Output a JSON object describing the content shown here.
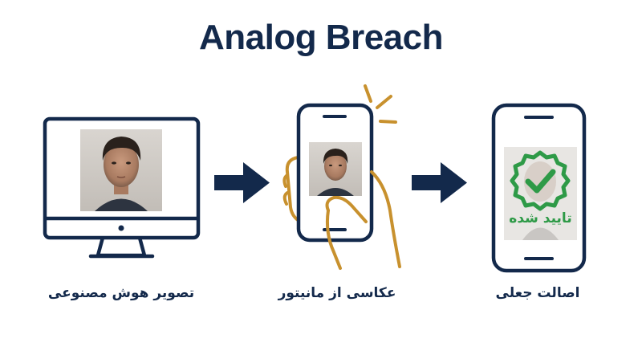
{
  "title": "Analog Breach",
  "colors": {
    "navy": "#13294b",
    "gold": "#c8912e",
    "green": "#2e9a47",
    "skin": "#b98a6e"
  },
  "steps": [
    {
      "caption": "تصویر هوش مصنوعی",
      "icon": "desktop-monitor-icon"
    },
    {
      "caption": "عکاسی از مانیتور",
      "icon": "hand-holding-phone-icon"
    },
    {
      "caption": "اصالت جعلی",
      "icon": "phone-verified-icon"
    }
  ],
  "verified_stamp": "تایید شده"
}
